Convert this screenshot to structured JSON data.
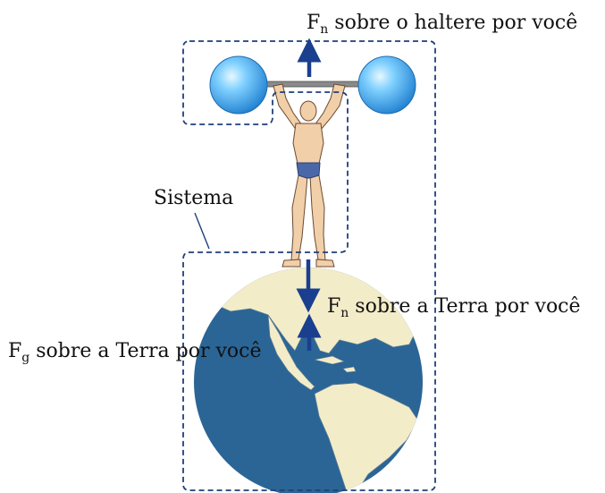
{
  "labels": {
    "force_top": {
      "symbol": "F",
      "subscript": "n",
      "text": " sobre o haltere por você"
    },
    "force_mid": {
      "symbol": "F",
      "subscript": "n",
      "text": " sobre a Terra por você"
    },
    "force_left": {
      "symbol": "F",
      "subscript": "g",
      "text": " sobre a Terra por você"
    },
    "system": "Sistema"
  },
  "colors": {
    "arrow": "#1a3f8f",
    "boundary": "#1f3f7a",
    "ocean": "#2a6596",
    "land": "#f3ecc8",
    "dumbbell": "#3aa2e6",
    "skin": "#f1cfa8",
    "trunks": "#4a68a8"
  }
}
